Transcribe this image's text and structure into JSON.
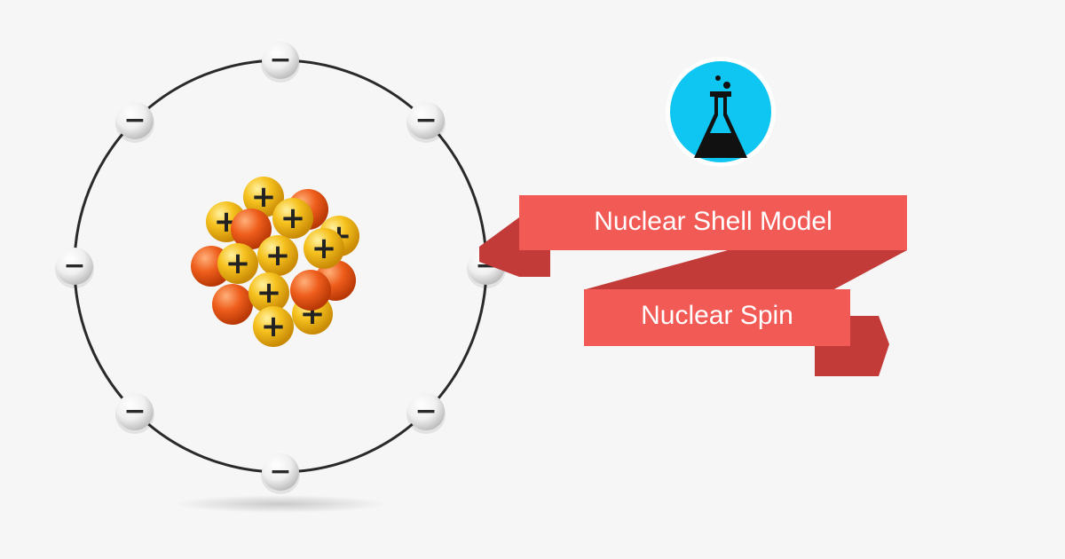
{
  "labels": {
    "ribbon_top": "Nuclear Shell Model",
    "ribbon_bottom": "Nuclear Spin"
  },
  "atom": {
    "electron_symbol": "−",
    "proton_symbol": "+",
    "electron_count": 8
  },
  "colors": {
    "background": "#f6f6f6",
    "ribbon_front": "#f25a55",
    "ribbon_fold": "#c33b38",
    "ribbon_text": "#ffffff",
    "orbit": "#2a2a2a",
    "proton": "#f4b81b",
    "neutron": "#ea5a18",
    "badge": "#0fc6f3",
    "flask": "#111111"
  },
  "icons": {
    "badge": "flask-icon",
    "electron": "electron-icon",
    "nucleus": "nucleus-icon"
  }
}
